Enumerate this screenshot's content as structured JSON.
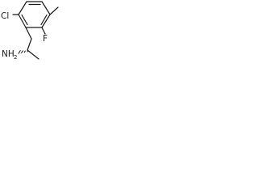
{
  "molecule": {
    "atoms": {
      "chlorine": "Cl",
      "fluorine": "F",
      "amine": "NH",
      "amine_subscript": "2"
    },
    "colors": {
      "bond": "#1a1a1a",
      "text": "#1a1a1a",
      "background": "#ffffff"
    }
  }
}
